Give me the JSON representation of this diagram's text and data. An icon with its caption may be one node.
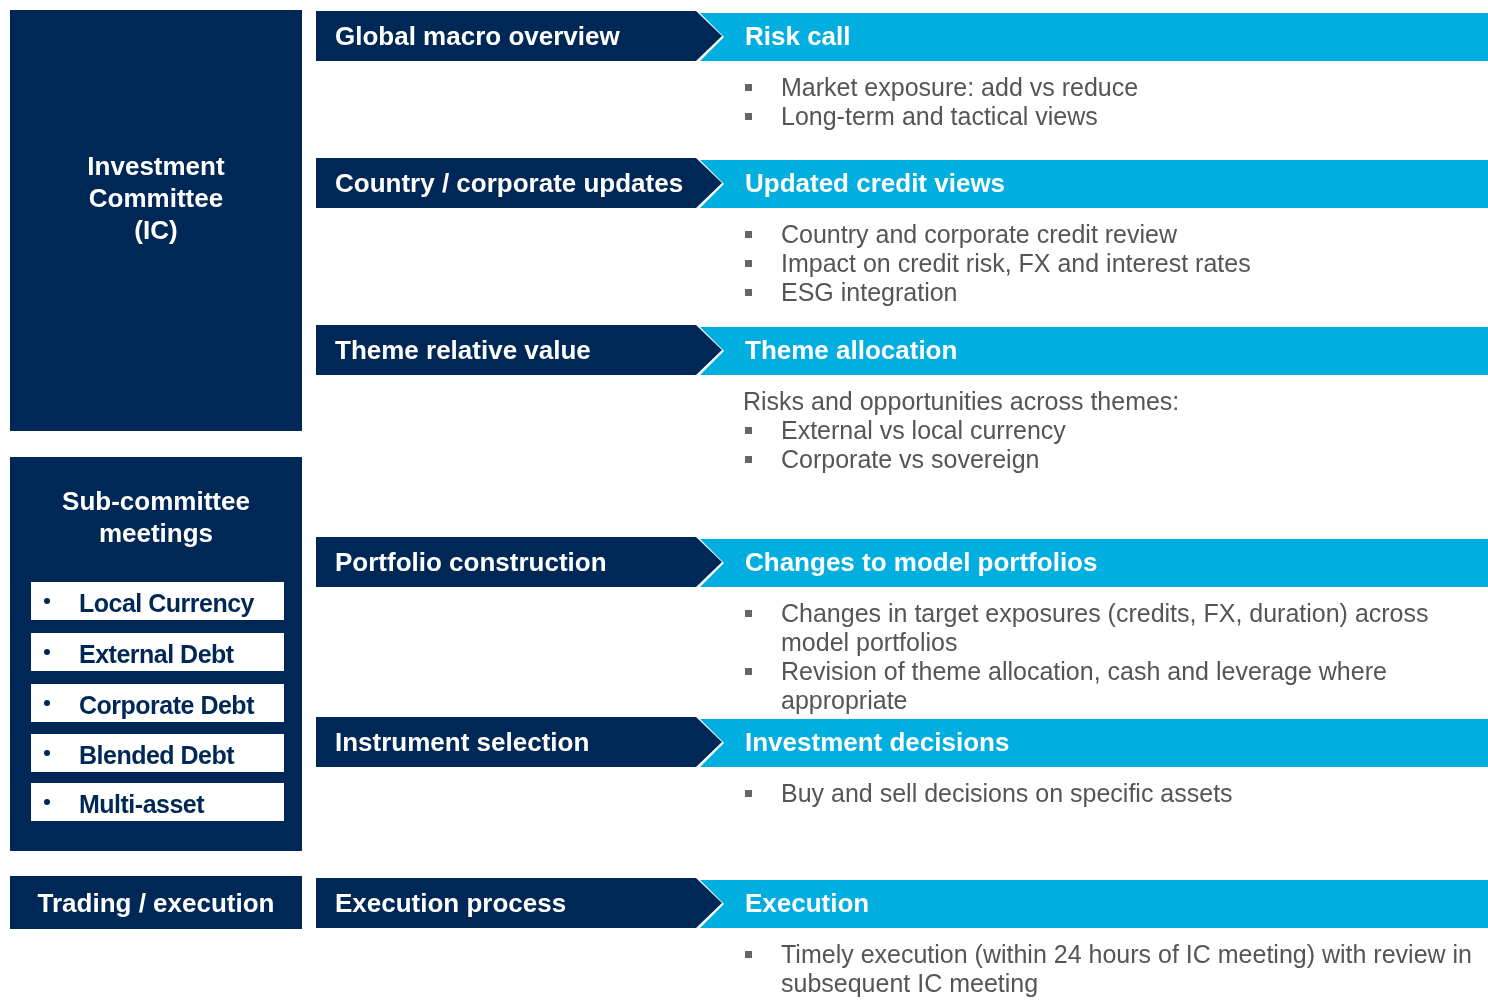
{
  "diagram": {
    "nodes": [
      {
        "text": [
          "Investment Committee (IC)"
        ]
      },
      {
        "text": [
          "Sub-committee meetings"
        ]
      },
      {
        "text": [
          "Local Currency"
        ],
        "in": 1
      },
      {
        "text": [
          "External Debt"
        ],
        "in": 1
      },
      {
        "text": [
          "Corporate Debt"
        ],
        "in": 1
      },
      {
        "text": [
          "Blended Debt"
        ],
        "in": 1
      },
      {
        "text": [
          "Multi-asset"
        ],
        "in": 1
      },
      {
        "text": [
          "Trading / execution"
        ]
      },
      {
        "text": [
          "Global macro overview"
        ]
      },
      {
        "text": [
          "Risk call"
        ],
        "beside": [
          "Market exposure: add vs reduce",
          "Long-term and tactical views"
        ]
      },
      {
        "text": [
          "Country / corporate updates"
        ]
      },
      {
        "text": [
          "Updated credit views"
        ],
        "beside": [
          "Country and corporate credit review",
          "Impact on credit risk, FX and interest rates",
          "ESG integration"
        ]
      },
      {
        "text": [
          "Theme relative value"
        ]
      },
      {
        "text": [
          "Theme allocation"
        ],
        "beside": [
          "Risks and opportunities across themes:",
          "External vs local currency",
          "Corporate vs sovereign"
        ]
      },
      {
        "text": [
          "Portfolio construction"
        ]
      },
      {
        "text": [
          "Changes to model portfolios"
        ],
        "beside": [
          "Changes in target exposures (credits, FX, duration) across model portfolios",
          "Revision of theme allocation, cash and leverage where appropriate"
        ]
      },
      {
        "text": [
          "Instrument selection"
        ]
      },
      {
        "text": [
          "Investment decisions"
        ],
        "beside": [
          "Buy and sell decisions on specific assets"
        ]
      },
      {
        "text": [
          "Execution process"
        ]
      },
      {
        "text": [
          "Execution"
        ],
        "beside": [
          "Timely execution (within 24 hours of IC meeting) with review in subsequent IC meeting"
        ]
      }
    ],
    "edges": []
  }
}
